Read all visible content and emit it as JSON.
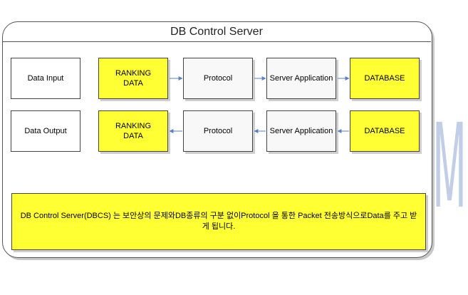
{
  "diagram": {
    "title": "DB Control Server",
    "watermark": "WWW.GAMETHON.COM",
    "input_row": [
      {
        "label": "Data Input",
        "fill": "#ffffff"
      },
      {
        "label": "RANKING\nDATA",
        "fill": "#ffff33"
      },
      {
        "label": "Protocol",
        "fill": "#f8f8f8"
      },
      {
        "label": "Server Application",
        "fill": "#f8f8f8"
      },
      {
        "label": "DATABASE",
        "fill": "#ffff33"
      }
    ],
    "output_row": [
      {
        "label": "Data Output",
        "fill": "#ffffff"
      },
      {
        "label": "RANKING\nDATA",
        "fill": "#ffff33"
      },
      {
        "label": "Protocol",
        "fill": "#f8f8f8"
      },
      {
        "label": "Server Application",
        "fill": "#f8f8f8"
      },
      {
        "label": "DATABASE",
        "fill": "#ffff33"
      }
    ],
    "note": "DB Control Server(DBCS) 는 보안상의 문제와DB종류의 구분 없이Protocol 을 통한 Packet 전송방식으로Data를 주고 받게 됩니다.",
    "colors": {
      "arrow": "#5b7fc2",
      "watermark": "#8fa6d6",
      "highlight": "#ffff33"
    }
  }
}
